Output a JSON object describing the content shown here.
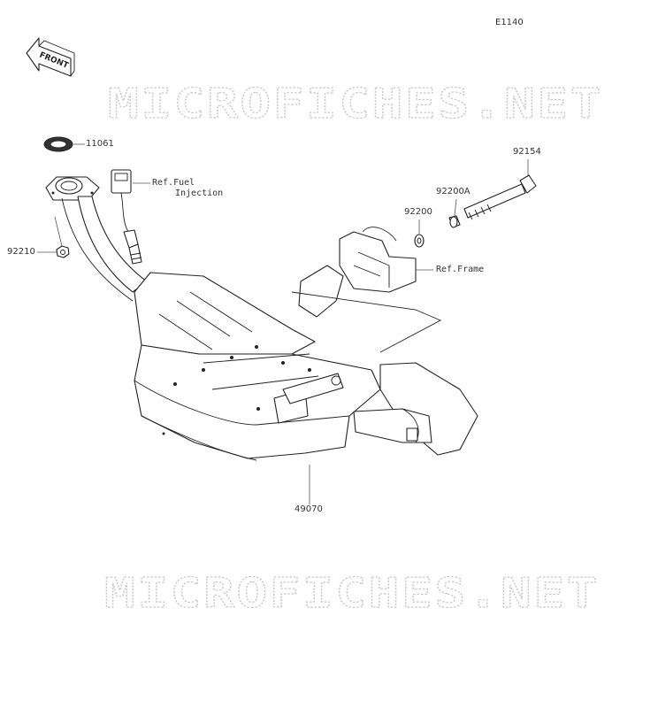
{
  "diagram_code": "E1140",
  "front_arrow_text": "FRONT",
  "watermark_text": "MICROFICHES.NET",
  "parts": {
    "gasket": "11061",
    "nut": "92210",
    "muffler": "49070",
    "washer": "92200",
    "collar": "92200A",
    "bolt": "92154"
  },
  "refs": {
    "fuel_line1": "Ref.Fuel",
    "fuel_line2": "Injection",
    "frame": "Ref.Frame"
  }
}
